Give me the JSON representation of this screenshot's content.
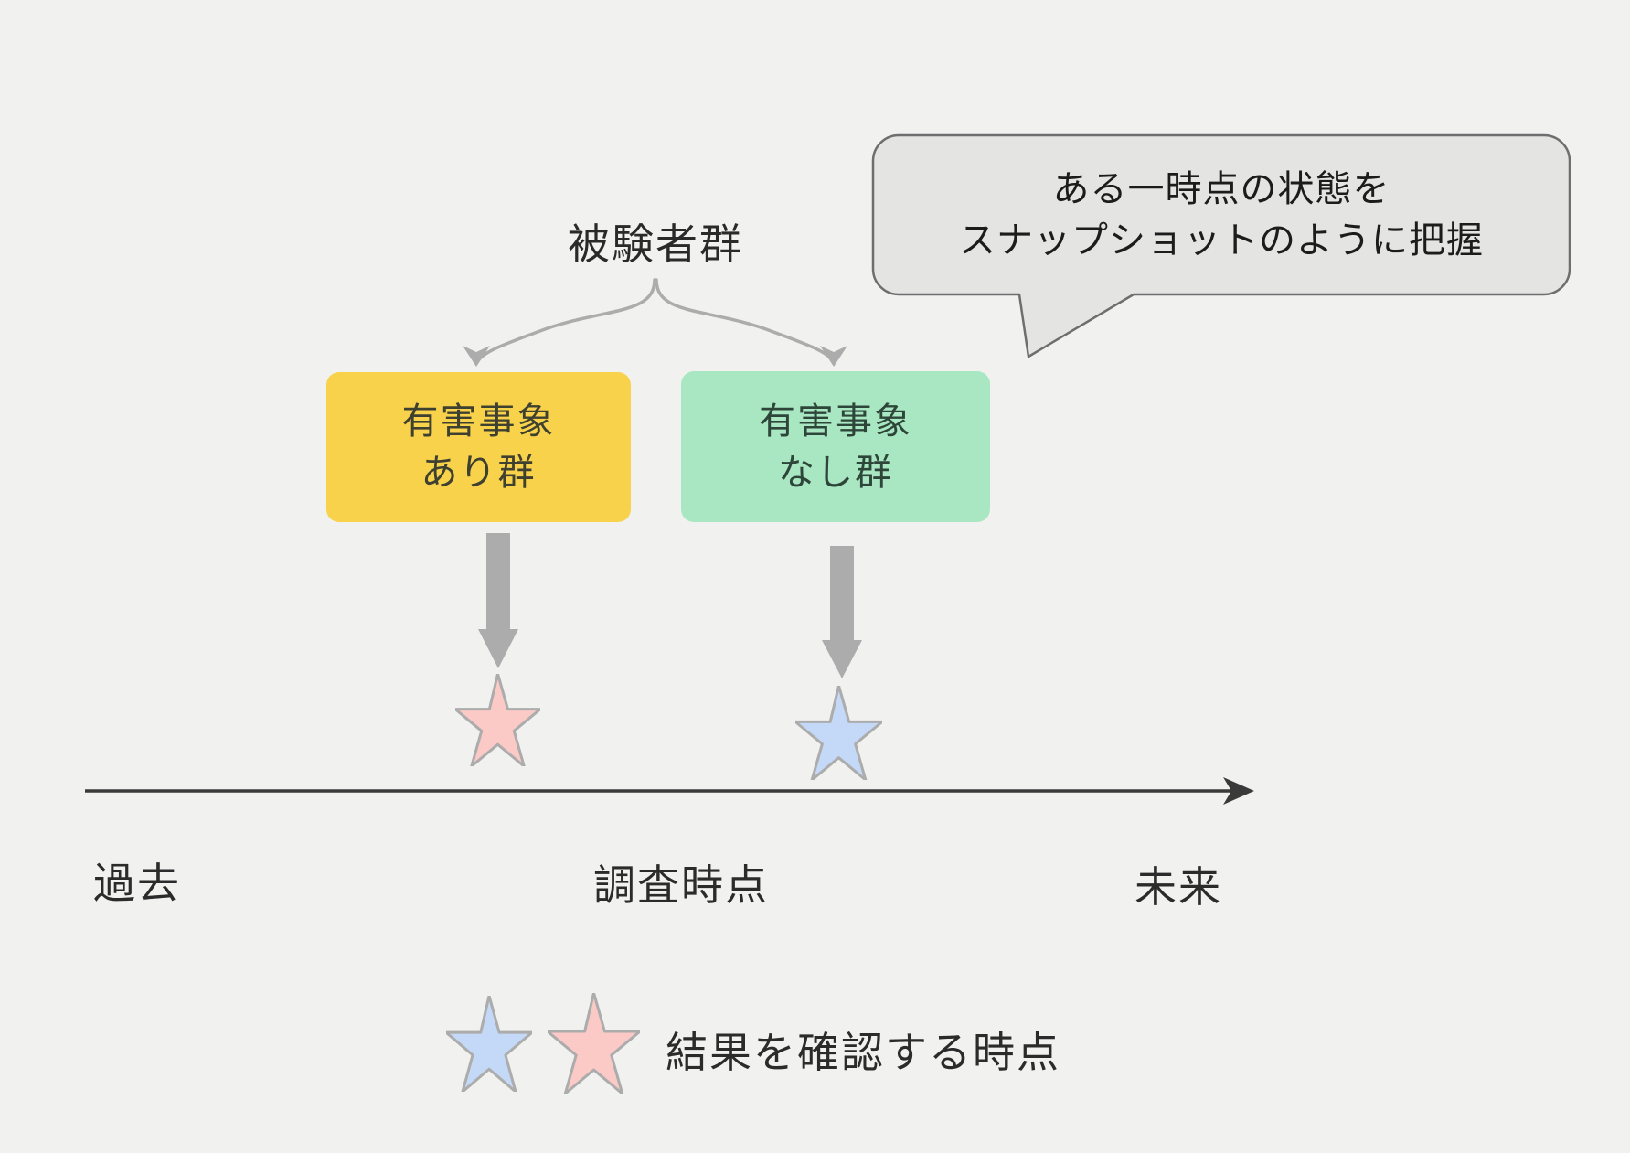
{
  "bubble": {
    "line1": "ある一時点の状態を",
    "line2": "スナップショットのように把握"
  },
  "subject_group_label": "被験者群",
  "boxes": {
    "with_event": {
      "line1": "有害事象",
      "line2": "あり群"
    },
    "without_event": {
      "line1": "有害事象",
      "line2": "なし群"
    }
  },
  "timeline": {
    "past": "過去",
    "survey_point": "調査時点",
    "future": "未来"
  },
  "legend": {
    "label": "結果を確認する時点"
  },
  "colors": {
    "background": "#F1F1F0",
    "bubble_fill": "#E4E4E3",
    "bubble_border": "#6E6E6E",
    "box_yellow": "#F9D24B",
    "box_green": "#A9E7C3",
    "arrow_gray": "#ACACAC",
    "star_pink": "#FBC9C6",
    "star_blue": "#C4D9F7",
    "star_stroke": "#ACACAC",
    "timeline_line": "#3A3A3A"
  }
}
